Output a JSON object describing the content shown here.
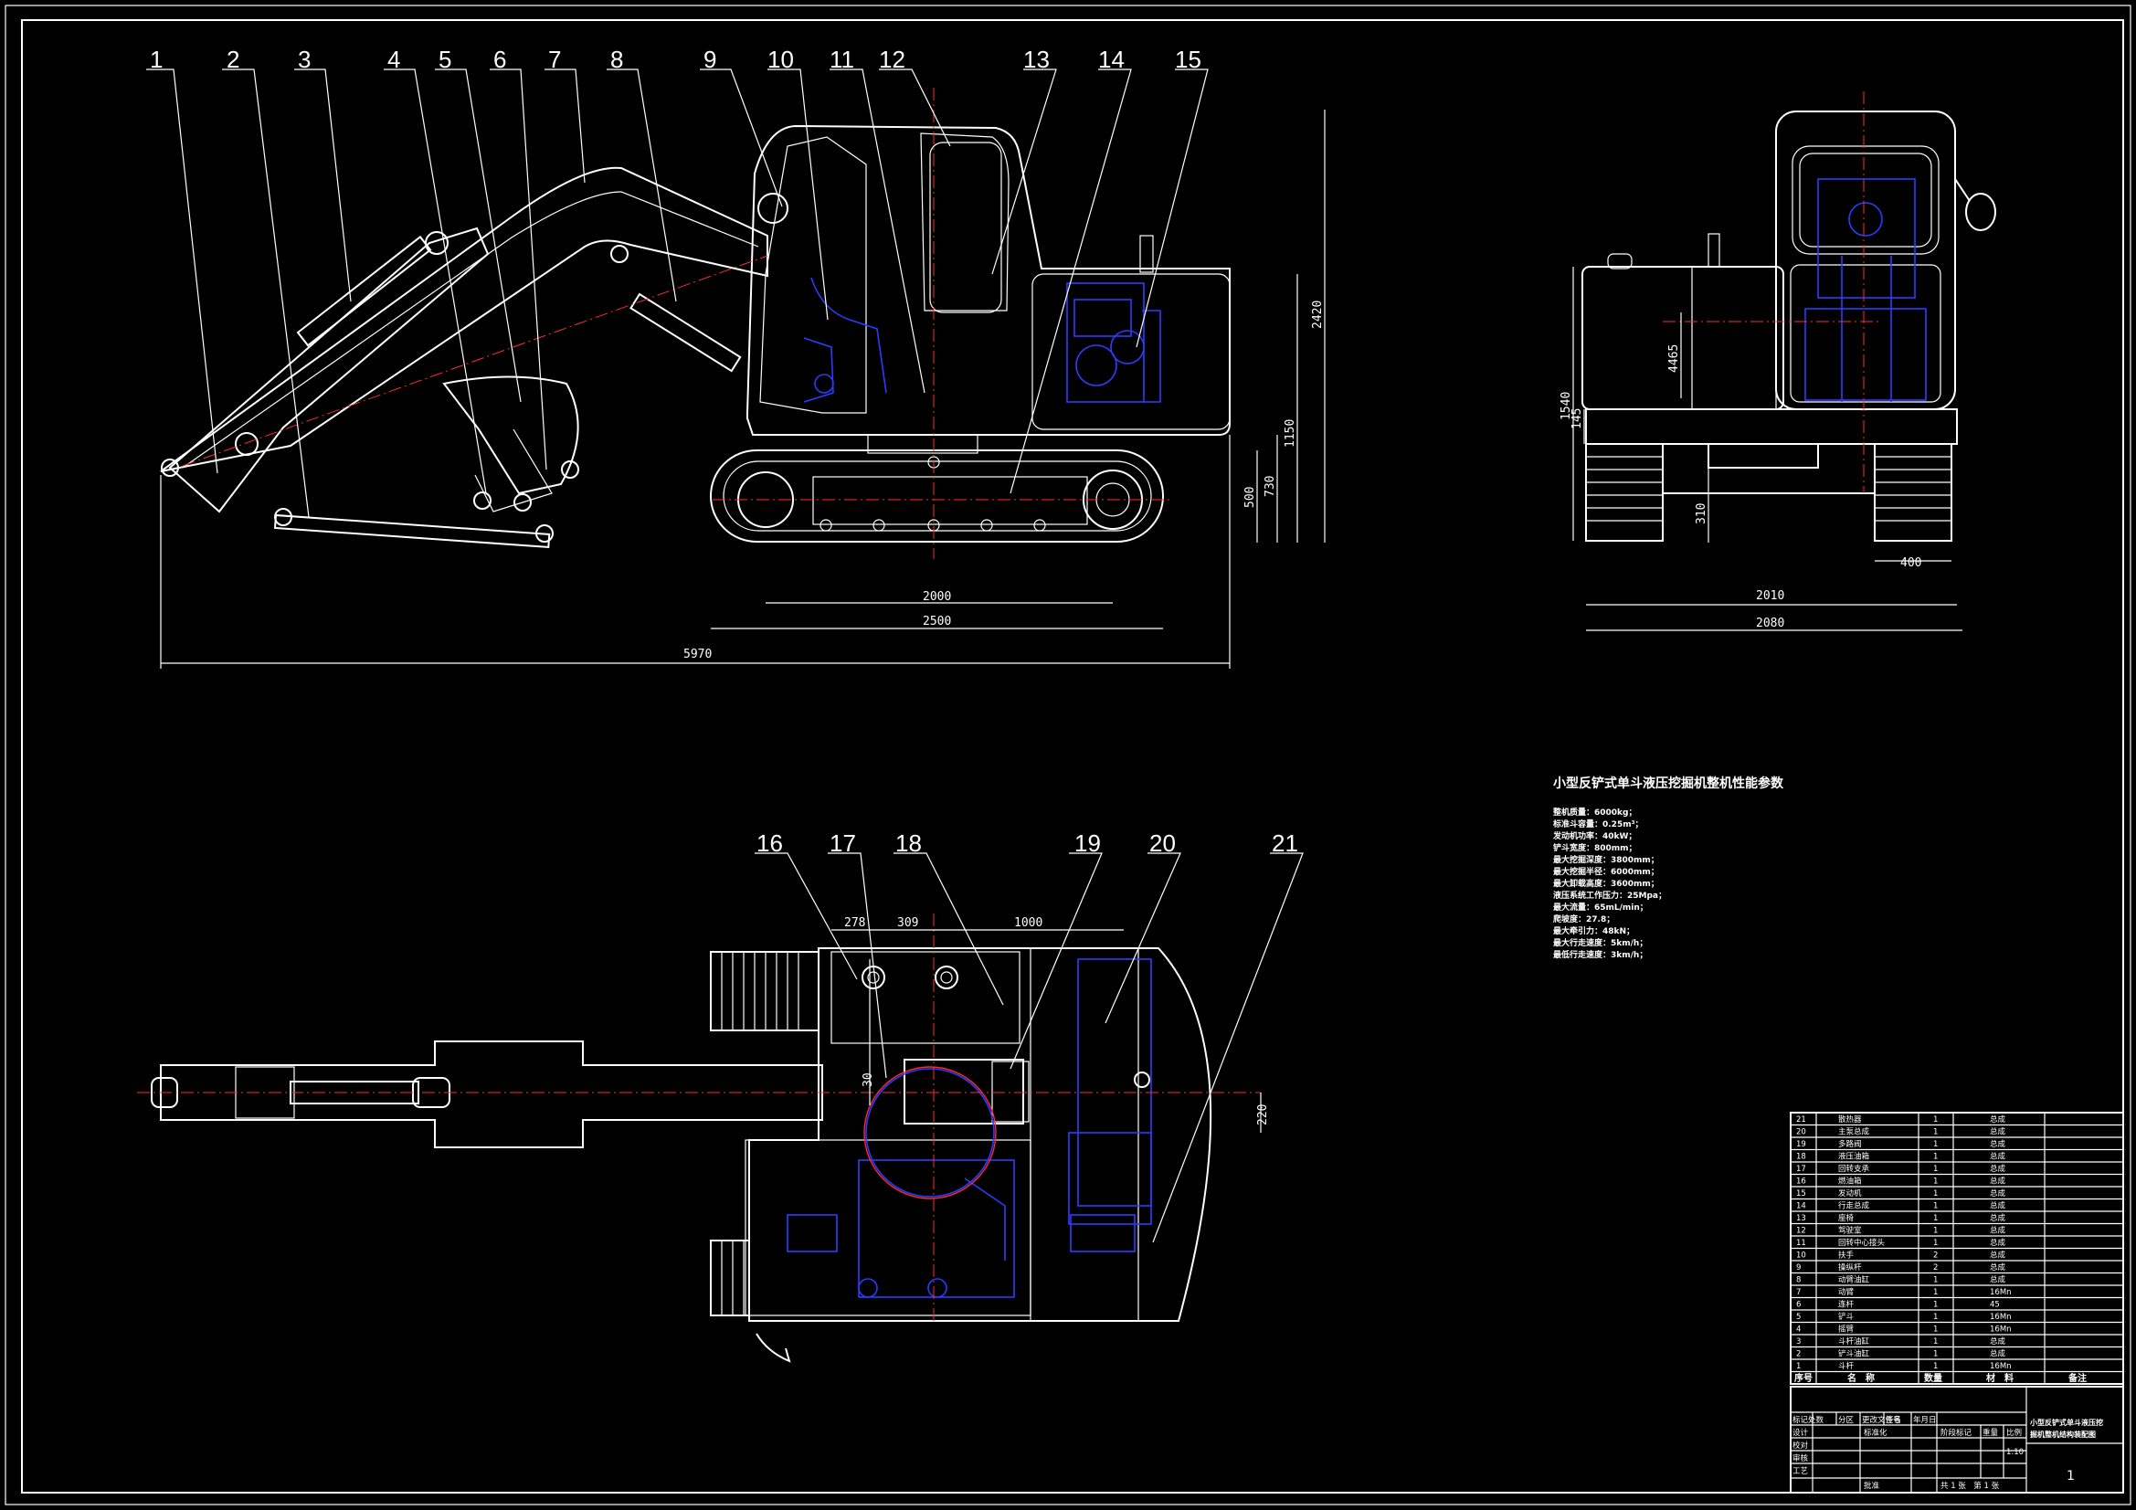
{
  "callouts_side": [
    "1",
    "2",
    "3",
    "4",
    "5",
    "6",
    "7",
    "8",
    "9",
    "10",
    "11",
    "12",
    "13",
    "14",
    "15"
  ],
  "callouts_top": [
    "16",
    "17",
    "18",
    "19",
    "20",
    "21"
  ],
  "dims": {
    "overall_length": "5970",
    "track_length": "2500",
    "track_center": "2000",
    "height_total": "2420",
    "height_upper": "1150",
    "height_track": "730",
    "height_ground": "500",
    "rear_height": "1540",
    "rear_clearance": "145",
    "rear_4465": "4465",
    "rear_310": "310",
    "rear_track_width": "400",
    "rear_gauge": "2010",
    "rear_overall": "2080",
    "top_278": "278",
    "top_309": "309",
    "top_1000": "1000",
    "top_30": "30",
    "top_220": "220"
  },
  "params": {
    "title": "小型反铲式单斗液压挖掘机整机性能参数",
    "lines": [
      "整机质量：6000kg；",
      "标准斗容量：0.25m³；",
      "发动机功率：40kW；",
      "铲斗宽度：800mm；",
      "最大挖掘深度：3800mm；",
      "最大挖掘半径：6000mm；",
      "最大卸载高度：3600mm；",
      "液压系统工作压力：25Mpa；",
      "最大流量：65mL/min；",
      "爬坡度：27.8；",
      "最大牵引力：48kN；",
      "最大行走速度：5km/h；",
      "最低行走速度：3km/h；"
    ]
  },
  "bom": [
    {
      "no": "21",
      "name": "散热器",
      "qty": "1",
      "mat": "总成"
    },
    {
      "no": "20",
      "name": "主泵总成",
      "qty": "1",
      "mat": "总成"
    },
    {
      "no": "19",
      "name": "多路阀",
      "qty": "1",
      "mat": "总成"
    },
    {
      "no": "18",
      "name": "液压油箱",
      "qty": "1",
      "mat": "总成"
    },
    {
      "no": "17",
      "name": "回转支承",
      "qty": "1",
      "mat": "总成"
    },
    {
      "no": "16",
      "name": "燃油箱",
      "qty": "1",
      "mat": "总成"
    },
    {
      "no": "15",
      "name": "发动机",
      "qty": "1",
      "mat": "总成"
    },
    {
      "no": "14",
      "name": "行走总成",
      "qty": "1",
      "mat": "总成"
    },
    {
      "no": "13",
      "name": "座椅",
      "qty": "1",
      "mat": "总成"
    },
    {
      "no": "12",
      "name": "驾驶室",
      "qty": "1",
      "mat": "总成"
    },
    {
      "no": "11",
      "name": "回转中心接头",
      "qty": "1",
      "mat": "总成"
    },
    {
      "no": "10",
      "name": "扶手",
      "qty": "2",
      "mat": "总成"
    },
    {
      "no": "9",
      "name": "操纵杆",
      "qty": "2",
      "mat": "总成"
    },
    {
      "no": "8",
      "name": "动臂油缸",
      "qty": "1",
      "mat": "总成"
    },
    {
      "no": "7",
      "name": "动臂",
      "qty": "1",
      "mat": "16Mn"
    },
    {
      "no": "6",
      "name": "连杆",
      "qty": "1",
      "mat": "45"
    },
    {
      "no": "5",
      "name": "铲斗",
      "qty": "1",
      "mat": "16Mn"
    },
    {
      "no": "4",
      "name": "摇臂",
      "qty": "1",
      "mat": "16Mn"
    },
    {
      "no": "3",
      "name": "斗杆油缸",
      "qty": "1",
      "mat": "总成"
    },
    {
      "no": "2",
      "name": "铲斗油缸",
      "qty": "1",
      "mat": "总成"
    },
    {
      "no": "1",
      "name": "斗杆",
      "qty": "1",
      "mat": "16Mn"
    }
  ],
  "bom_header": {
    "no": "序号",
    "name": "名　称",
    "qty": "数量",
    "mat": "材　料",
    "note": "备注"
  },
  "title_block": {
    "drawing_title": "小型反铲式单斗液压挖掘机整机结构装配图",
    "scale": "1:10",
    "sheet_no": "1",
    "sheets": "共 1 张　第 1 张",
    "rows": [
      "标记处数",
      "分区",
      "更改文件号",
      "签名",
      "年月日"
    ],
    "roles": [
      "设计",
      "校对",
      "审核",
      "工艺",
      "批准"
    ],
    "std": "标准化",
    "stage": "阶段标记",
    "weight": "重量",
    "ratio": "比例"
  },
  "colors": {
    "line": "#ffffff",
    "hidden": "#2b3cff",
    "center": "#ff2a2a",
    "background": "#000000"
  }
}
